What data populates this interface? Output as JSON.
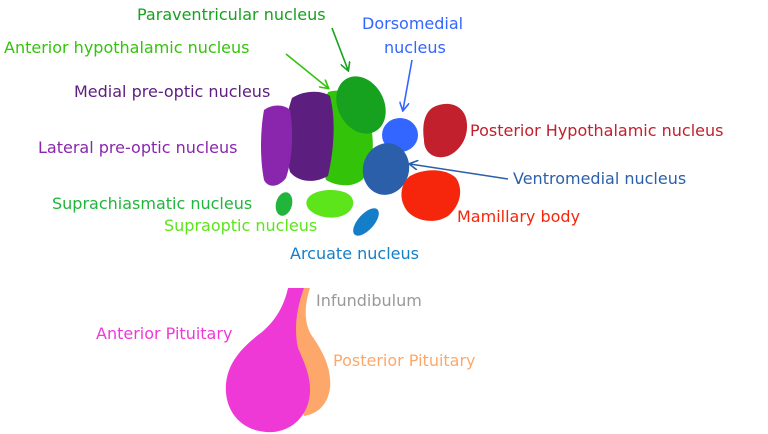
{
  "labels": {
    "paraventricular": "Paraventricular nucleus",
    "anterior_hypothalamic": "Anterior hypothalamic nucleus",
    "dorsomedial_line1": "Dorsomedial",
    "dorsomedial_line2": "nucleus",
    "medial_preoptic": "Medial pre-optic nucleus",
    "lateral_preoptic": "Lateral pre-optic nucleus",
    "posterior_hypothalamic": "Posterior Hypothalamic nucleus",
    "ventromedial": "Ventromedial nucleus",
    "suprachiasmatic": "Suprachiasmatic nucleus",
    "supraoptic": "Supraoptic nucleus",
    "mamillary": "Mamillary body",
    "arcuate": "Arcuate nucleus",
    "infundibulum": "Infundibulum",
    "anterior_pituitary": "Anterior Pituitary",
    "posterior_pituitary": "Posterior Pituitary"
  },
  "colors": {
    "paraventricular": "#16a11f",
    "anterior_hypothalamic": "#33c40a",
    "dorsomedial": "#3366ff",
    "medial_preoptic": "#5c1e7f",
    "lateral_preoptic": "#8a26ad",
    "posterior_hypothalamic": "#c1202c",
    "ventromedial": "#2c5faa",
    "suprachiasmatic": "#21b53c",
    "supraoptic": "#5be51a",
    "mamillary": "#f5260c",
    "arcuate": "#147ec9",
    "infundibulum": "#999999",
    "anterior_pituitary": "#ee39d6",
    "posterior_pituitary": "#fda86a"
  }
}
